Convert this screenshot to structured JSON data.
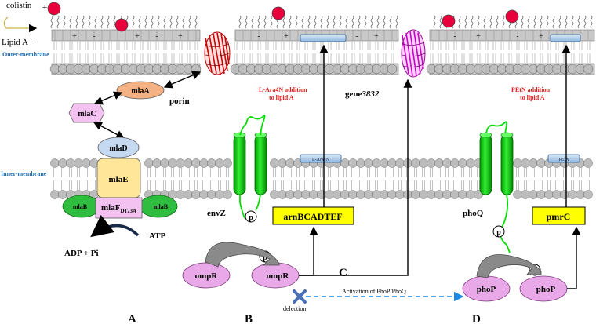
{
  "labels": {
    "colistin": "colistin",
    "lipid_a": "Lipid A",
    "outer_membrane": "Outer-membrane",
    "inner_membrane": "Inner-membrane",
    "plus": "+",
    "minus": "-"
  },
  "mla": {
    "mlaA": "mlaA",
    "mlaC": "mlaC",
    "mlaD": "mlaD",
    "mlaE": "mlaE",
    "mlaF": "mlaF",
    "mlaF_sub": "D173A",
    "mlaB_left": "mlaB",
    "mlaB_right": "mlaB",
    "porin": "porin",
    "atp": "ATP",
    "adp": "ADP + Pi"
  },
  "panel_b": {
    "envZ": "envZ",
    "p": "p",
    "arn": "arnBCADTEF",
    "l_ara4n_tag": "L-Ara4N",
    "l_ara4n_note_line1": "L-Ara4N addition",
    "l_ara4n_note_line2": "to lipid A",
    "gene_prefix": "gene",
    "gene_number": "3832",
    "ompR_left": "ompR",
    "ompR_right": "ompR",
    "deletion": "delection"
  },
  "panel_c": {
    "letter": "C",
    "activation": "Activation of PhoP/PhoQ"
  },
  "panel_d": {
    "phoQ": "phoQ",
    "pmrC": "pmrC",
    "petn_tag": "PEtN",
    "petn_note_line1": "PEtN addition",
    "petn_note_line2": "to lipid A",
    "phoP_left": "phoP",
    "phoP_right": "phoP"
  },
  "panel_letters": {
    "a": "A",
    "b": "B",
    "d": "D"
  },
  "colors": {
    "red_text": "#e02020",
    "blue_text": "#1f6fb5",
    "mla_orange": "#f4b183",
    "mla_pink": "#f4c2f0",
    "mla_blue": "#c5d9f1",
    "mla_yellow": "#ffe699",
    "mla_green": "#2ebd3e",
    "yellow_box": "#ffff00",
    "regulator_purple": "#e9a8e8",
    "helix_green": "#00cc00",
    "colistin_red": "#e8003d",
    "lipid_gray": "#bdbdbd",
    "dashed_blue": "#1e88e5"
  }
}
